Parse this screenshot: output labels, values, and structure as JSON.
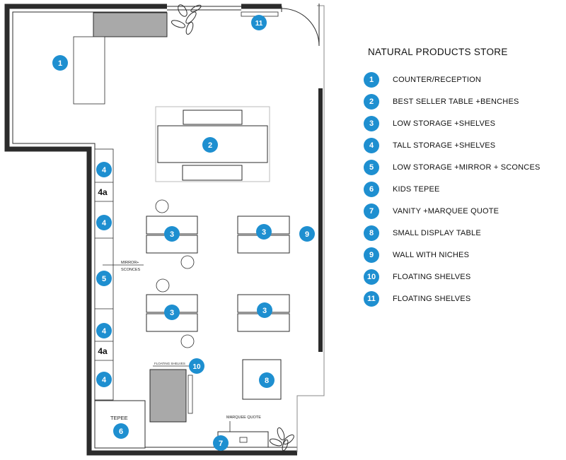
{
  "title": "NATURAL PRODUCTS STORE",
  "legend": [
    {
      "num": "1",
      "label": "COUNTER/RECEPTION"
    },
    {
      "num": "2",
      "label": "BEST SELLER TABLE +BENCHES"
    },
    {
      "num": "3",
      "label": "LOW STORAGE +SHELVES"
    },
    {
      "num": "4",
      "label": "TALL STORAGE +SHELVES"
    },
    {
      "num": "5",
      "label": "LOW STORAGE +MIRROR + SCONCES"
    },
    {
      "num": "6",
      "label": "KIDS TEPEE"
    },
    {
      "num": "7",
      "label": "VANITY +MARQUEE QUOTE"
    },
    {
      "num": "8",
      "label": "SMALL DISPLAY TABLE"
    },
    {
      "num": "9",
      "label": "WALL WITH NICHES"
    },
    {
      "num": "10",
      "label": "FLOATING SHELVES"
    },
    {
      "num": "11",
      "label": "FLOATING SHELVES"
    }
  ],
  "plan": {
    "marker_1": "1",
    "marker_2": "2",
    "marker_3a": "3",
    "marker_3b": "3",
    "marker_3c": "3",
    "marker_3d": "3",
    "marker_4a": "4",
    "marker_4b": "4",
    "marker_4c": "4",
    "marker_4d": "4",
    "label_4a_top": "4a",
    "label_4a_bottom": "4a",
    "marker_5": "5",
    "marker_6": "6",
    "marker_7": "7",
    "marker_8": "8",
    "marker_9": "9",
    "marker_10": "10",
    "marker_11": "11",
    "mirror_label_1": "MIRROR+",
    "mirror_label_2": "SCONCES",
    "tepee_label": "TEPEE",
    "marquee_label": "MARQUEE QUOTE",
    "floating_shelves_label": "FLOATING SHELVES"
  },
  "colors": {
    "marker": "#1e8fd0",
    "wall": "#2b2b2b",
    "fill": "#a9a9a9"
  }
}
